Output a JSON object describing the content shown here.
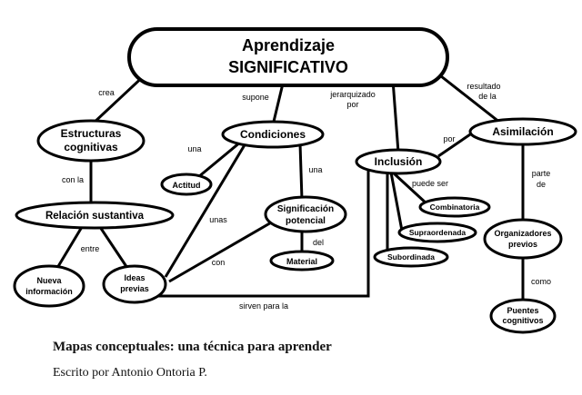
{
  "diagram": {
    "nodes": {
      "main": [
        "Aprendizaje",
        "SIGNIFICATIVO"
      ],
      "estructuras": [
        "Estructuras",
        "cognitivas"
      ],
      "condiciones": [
        "Condiciones"
      ],
      "inclusion": [
        "Inclusión"
      ],
      "asimilacion": [
        "Asimilación"
      ],
      "relacion": [
        "Relación sustantiva"
      ],
      "actitud": [
        "Actitud"
      ],
      "significacion": [
        "Significación",
        "potencial"
      ],
      "material": [
        "Material"
      ],
      "nueva": [
        "Nueva",
        "información"
      ],
      "ideas": [
        "Ideas",
        "previas"
      ],
      "combinatoria": [
        "Combinatoria"
      ],
      "supraordenada": [
        "Supraordenada"
      ],
      "subordinada": [
        "Subordinada"
      ],
      "organizadores": [
        "Organizadores",
        "previos"
      ],
      "puentes": [
        "Puentes",
        "cognitivos"
      ]
    },
    "links": {
      "crea": [
        "crea"
      ],
      "supone": [
        "supone"
      ],
      "jerarquizado": [
        "jerarquizado",
        "por"
      ],
      "resultado": [
        "resultado",
        "de la"
      ],
      "conla": [
        "con la"
      ],
      "una1": [
        "una"
      ],
      "una2": [
        "una"
      ],
      "unas": [
        "unas"
      ],
      "con": [
        "con"
      ],
      "del": [
        "del"
      ],
      "entre": [
        "entre"
      ],
      "por": [
        "por"
      ],
      "puedeser": [
        "puede ser"
      ],
      "partede": [
        "parte",
        "de"
      ],
      "como": [
        "como"
      ],
      "sirven": [
        "sirven para la"
      ]
    }
  },
  "caption": {
    "title": "Mapas conceptuales: una técnica para aprender",
    "author": "Escrito por Antonio Ontoria P."
  }
}
